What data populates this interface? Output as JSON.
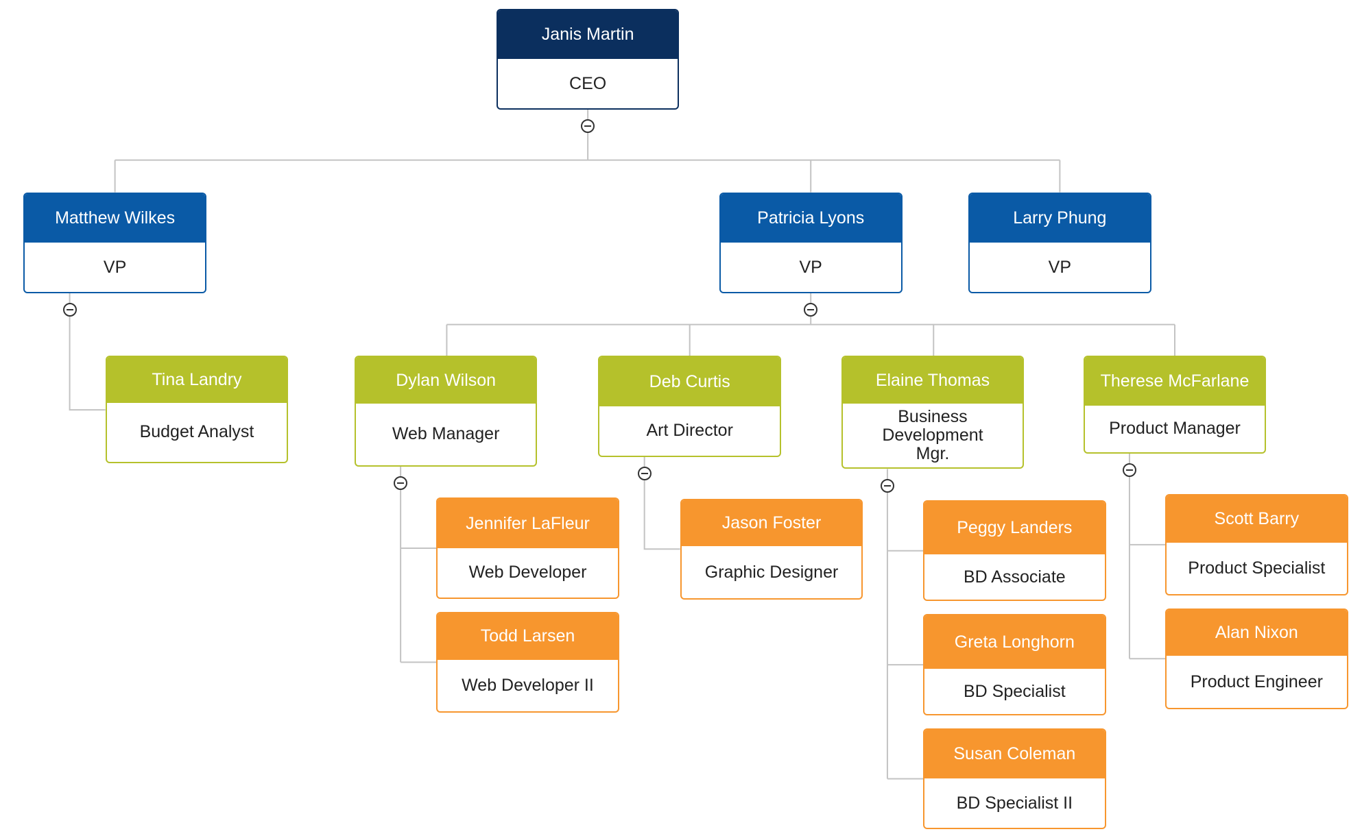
{
  "colors": {
    "ceo": "#0b2f5e",
    "vp": "#0a5aa6",
    "manager": "#b5c12b",
    "staff": "#f7962e",
    "connector": "#c3c3c3",
    "text": "#222222"
  },
  "toggle_icon": "minus-circle-icon",
  "people": {
    "janis": {
      "name": "Janis Martin",
      "title": "CEO"
    },
    "matthew": {
      "name": "Matthew Wilkes",
      "title": "VP"
    },
    "patricia": {
      "name": "Patricia Lyons",
      "title": "VP"
    },
    "larry": {
      "name": "Larry Phung",
      "title": "VP"
    },
    "tina": {
      "name": "Tina Landry",
      "title": "Budget Analyst"
    },
    "dylan": {
      "name": "Dylan Wilson",
      "title": "Web Manager"
    },
    "deb": {
      "name": "Deb Curtis",
      "title": "Art Director"
    },
    "elaine": {
      "name": "Elaine Thomas",
      "title": "Business Development Mgr."
    },
    "therese": {
      "name": "Therese McFarlane",
      "title": "Product Manager"
    },
    "jennifer": {
      "name": "Jennifer LaFleur",
      "title": "Web Developer"
    },
    "todd": {
      "name": "Todd Larsen",
      "title": "Web Developer II"
    },
    "jason": {
      "name": "Jason Foster",
      "title": "Graphic Designer"
    },
    "peggy": {
      "name": "Peggy Landers",
      "title": "BD Associate"
    },
    "greta": {
      "name": "Greta Longhorn",
      "title": "BD Specialist"
    },
    "susan": {
      "name": "Susan Coleman",
      "title": "BD Specialist II"
    },
    "scott": {
      "name": "Scott Barry",
      "title": "Product Specialist"
    },
    "alan": {
      "name": "Alan Nixon",
      "title": "Product Engineer"
    }
  }
}
